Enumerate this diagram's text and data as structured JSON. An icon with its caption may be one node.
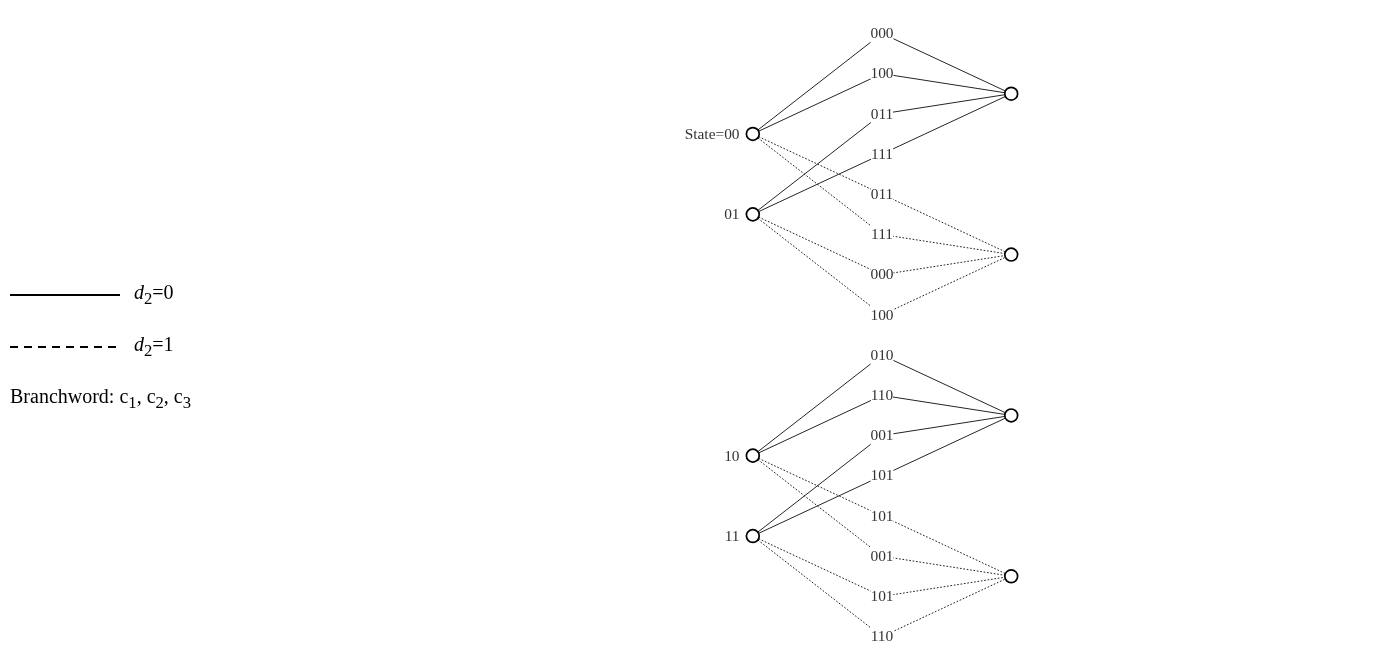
{
  "diagram": {
    "nodes": [
      {
        "text": [],
        "shape": "circle",
        "beside": [
          "State=00"
        ]
      },
      {
        "text": [],
        "shape": "circle"
      },
      {
        "text": [],
        "shape": "circle",
        "beside": [
          "10"
        ]
      },
      {
        "text": [],
        "shape": "circle"
      },
      {
        "text": [],
        "shape": "circle",
        "beside": [
          "01"
        ]
      },
      {
        "text": [],
        "shape": "circle"
      },
      {
        "text": [],
        "shape": "circle",
        "beside": [
          "11"
        ]
      },
      {
        "text": [],
        "shape": "circle"
      }
    ],
    "edges": [
      {
        "from": 0,
        "to": 1,
        "arrow": "none",
        "label": "000"
      },
      {
        "from": 0,
        "to": 1,
        "arrow": "none",
        "label": "100"
      },
      {
        "from": 0,
        "to": 3,
        "arrow": "none",
        "label": "011",
        "style": "dashed"
      },
      {
        "from": 0,
        "to": 3,
        "arrow": "none",
        "label": "111",
        "style": "dashed"
      },
      {
        "from": 4,
        "to": 1,
        "arrow": "none",
        "label": "011"
      },
      {
        "from": 4,
        "to": 1,
        "arrow": "none",
        "label": "111"
      },
      {
        "from": 4,
        "to": 3,
        "arrow": "none",
        "label": "000",
        "style": "dashed"
      },
      {
        "from": 4,
        "to": 3,
        "arrow": "none",
        "label": "100",
        "style": "dashed"
      },
      {
        "from": 2,
        "to": 5,
        "arrow": "none",
        "label": "010"
      },
      {
        "from": 2,
        "to": 5,
        "arrow": "none",
        "label": "110"
      },
      {
        "from": 2,
        "to": 7,
        "arrow": "none",
        "label": "101",
        "style": "dashed"
      },
      {
        "from": 2,
        "to": 7,
        "arrow": "none",
        "label": "001",
        "style": "dashed"
      },
      {
        "from": 6,
        "to": 5,
        "arrow": "none",
        "label": "001"
      },
      {
        "from": 6,
        "to": 5,
        "arrow": "none",
        "label": "101"
      },
      {
        "from": 6,
        "to": 7,
        "arrow": "none",
        "label": "101",
        "style": "dashed"
      },
      {
        "from": 6,
        "to": 7,
        "arrow": "none",
        "label": "110",
        "style": "dashed"
      }
    ],
    "labels": [
      "Branchword: c$_{1}$, c$_{2}$, c$_{3}$"
    ],
    "legend": [
      {
        "text": "*d*$_{2}$=0"
      },
      {
        "text": "*d*$_{2}$=1"
      }
    ]
  }
}
